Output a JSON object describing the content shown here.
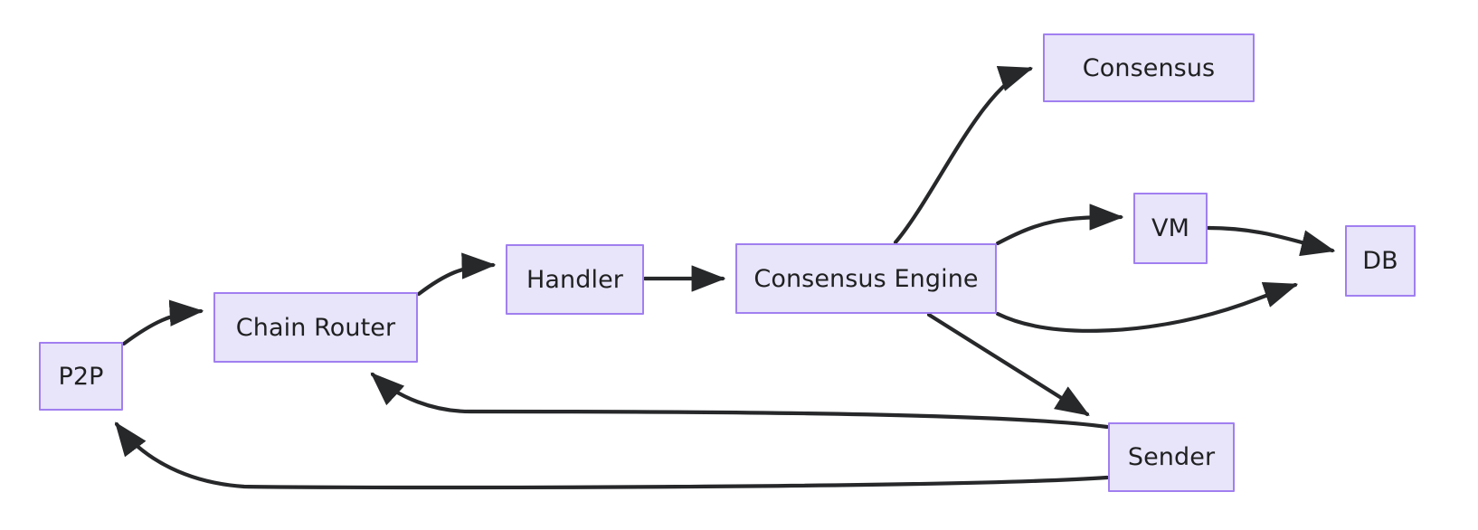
{
  "diagram": {
    "type": "flowchart",
    "title": "",
    "direction": "left-to-right",
    "style": {
      "node_fill": "#e8e4fa",
      "node_border": "#a17ff0",
      "node_text": "#1f2020",
      "edge_color": "#26282a",
      "background": "#ffffff"
    },
    "nodes": [
      {
        "id": "p2p",
        "label": "P2P"
      },
      {
        "id": "chain_router",
        "label": "Chain Router"
      },
      {
        "id": "handler",
        "label": "Handler"
      },
      {
        "id": "consensus_engine",
        "label": "Consensus Engine"
      },
      {
        "id": "consensus",
        "label": "Consensus"
      },
      {
        "id": "vm",
        "label": "VM"
      },
      {
        "id": "db",
        "label": "DB"
      },
      {
        "id": "sender",
        "label": "Sender"
      }
    ],
    "edges": [
      {
        "from": "p2p",
        "to": "chain_router",
        "label": ""
      },
      {
        "from": "chain_router",
        "to": "handler",
        "label": ""
      },
      {
        "from": "handler",
        "to": "consensus_engine",
        "label": ""
      },
      {
        "from": "consensus_engine",
        "to": "consensus",
        "label": ""
      },
      {
        "from": "consensus_engine",
        "to": "vm",
        "label": ""
      },
      {
        "from": "vm",
        "to": "db",
        "label": ""
      },
      {
        "from": "consensus_engine",
        "to": "db",
        "label": ""
      },
      {
        "from": "consensus_engine",
        "to": "sender",
        "label": ""
      },
      {
        "from": "sender",
        "to": "chain_router",
        "label": ""
      },
      {
        "from": "sender",
        "to": "p2p",
        "label": ""
      }
    ]
  }
}
